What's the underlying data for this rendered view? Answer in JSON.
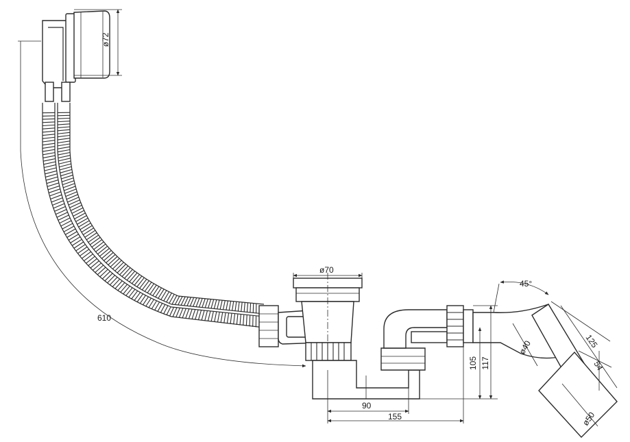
{
  "dimensions": {
    "overflow_diameter": "ø72",
    "hose_length": "610",
    "waste_diameter": "ø70",
    "elbow_angle": "45°",
    "elbow_length": "125",
    "outlet_diameter_40": "ø40",
    "outlet_length": "54",
    "outlet_diameter_50": "ø50",
    "height_105": "105",
    "height_117": "117",
    "width_90": "90",
    "width_155": "155"
  }
}
